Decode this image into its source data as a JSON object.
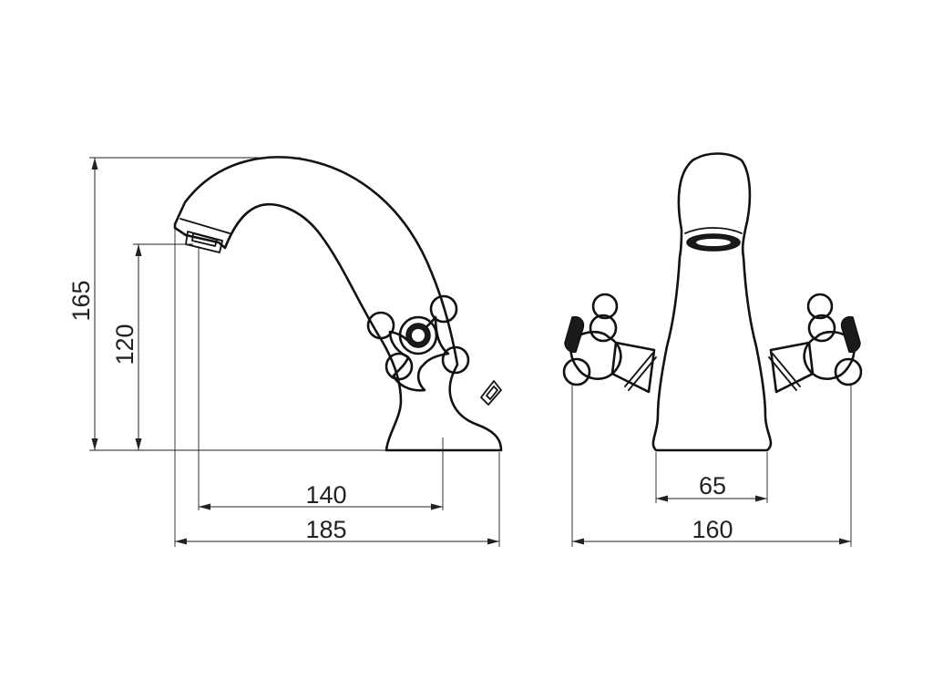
{
  "dimensions": {
    "height_total": "165",
    "height_spout": "120",
    "reach_spout": "140",
    "depth_total": "185",
    "base_width": "65",
    "width_total": "160"
  }
}
